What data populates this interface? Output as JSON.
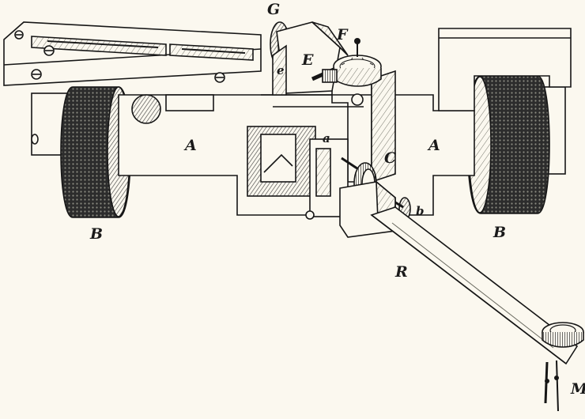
{
  "illustration": {
    "colors": {
      "paper": "#fbf8ef",
      "ink": "#161616",
      "tire": "#2a2a2a",
      "shade": "#5a5a52"
    },
    "labels": {
      "G": "G",
      "F": "F",
      "E": "E",
      "e": "e",
      "A_left": "A",
      "A_right": "A",
      "a": "a",
      "C": "C",
      "b": "b",
      "B_left": "B",
      "B_right": "B",
      "R": "R",
      "M": "M"
    }
  }
}
